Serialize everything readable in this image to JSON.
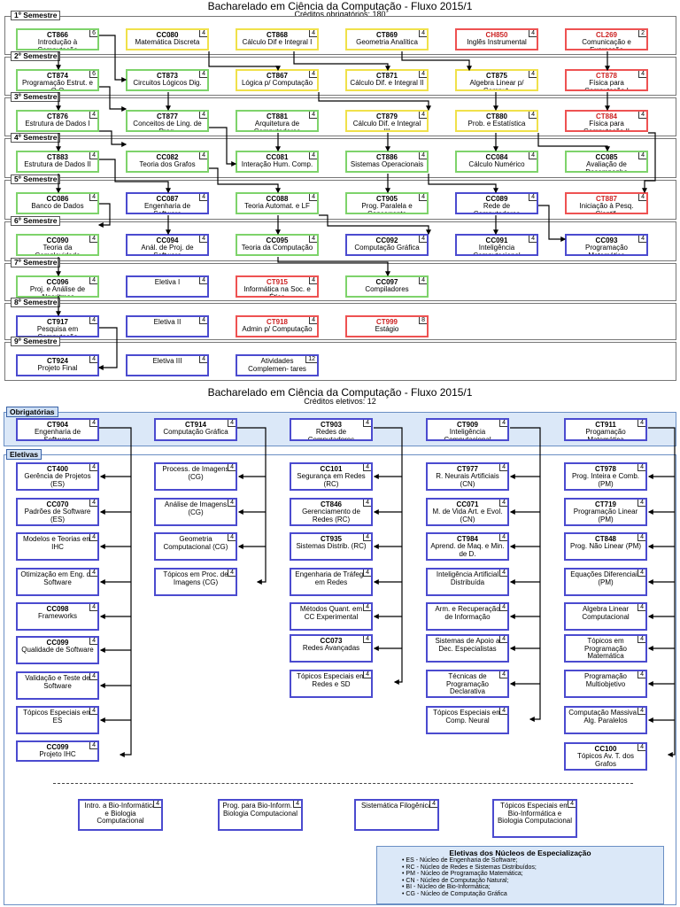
{
  "flow1": {
    "title": "Bacharelado em Ciência da Computação - Fluxo 2015/1",
    "subtitle": "Créditos obrigatórios: 180"
  },
  "flow2": {
    "title": "Bacharelado em Ciência da Computação - Fluxo 2015/1",
    "subtitle": "Créditos eletivos: 12"
  },
  "semesters": [
    {
      "label": "1º Semestre",
      "courses": [
        {
          "code": "CT866",
          "name": "Introdução à Computação",
          "credits": "6",
          "color": "g"
        },
        {
          "code": "CC080",
          "name": "Matemática Discreta",
          "credits": "4",
          "color": "y"
        },
        {
          "code": "CT868",
          "name": "Cálculo Dif e Integral I",
          "credits": "4",
          "color": "y"
        },
        {
          "code": "CT869",
          "name": "Geometria Analítica",
          "credits": "4",
          "color": "y"
        },
        {
          "code": "CH850",
          "name": "Inglês Instrumental",
          "credits": "4",
          "color": "r"
        },
        {
          "code": "CL269",
          "name": "Comunicação e Expressão",
          "credits": "2",
          "color": "r"
        }
      ]
    },
    {
      "label": "2º Semestre",
      "courses": [
        {
          "code": "CT874",
          "name": "Programação Estrut. e O.O",
          "credits": "6",
          "color": "g"
        },
        {
          "code": "CT873",
          "name": "Circuitos Lógicos Dig.",
          "credits": "4",
          "color": "g"
        },
        {
          "code": "CT867",
          "name": "Lógica p/ Computação",
          "credits": "4",
          "color": "y"
        },
        {
          "code": "CT871",
          "name": "Cálculo Dif. e Integral II",
          "credits": "4",
          "color": "y"
        },
        {
          "code": "CT875",
          "name": "Algebra Linear p/ Comput.",
          "credits": "4",
          "color": "y"
        },
        {
          "code": "CT878",
          "name": "Física para Computação I",
          "credits": "4",
          "color": "r"
        }
      ]
    },
    {
      "label": "3º Semestre",
      "courses": [
        {
          "code": "CT876",
          "name": "Estrutura de Dados I",
          "credits": "4",
          "color": "g"
        },
        {
          "code": "CT877",
          "name": "Conceitos de Ling. de Prog.",
          "credits": "4",
          "color": "g"
        },
        {
          "code": "CT881",
          "name": "Arquitetura de Computadores",
          "credits": "4",
          "color": "g"
        },
        {
          "code": "CT879",
          "name": "Cálculo Dif. e Integral III",
          "credits": "4",
          "color": "y"
        },
        {
          "code": "CT880",
          "name": "Prob. e Estatística",
          "credits": "4",
          "color": "y"
        },
        {
          "code": "CT884",
          "name": "Física para Computação II",
          "credits": "4",
          "color": "r"
        }
      ]
    },
    {
      "label": "4º Semestre",
      "courses": [
        {
          "code": "CT883",
          "name": "Estrutura de Dados II",
          "credits": "4",
          "color": "g"
        },
        {
          "code": "CC082",
          "name": "Teoria dos Grafos",
          "credits": "4",
          "color": "g"
        },
        {
          "code": "CC081",
          "name": "Interação Hum. Comp.",
          "credits": "4",
          "color": "g"
        },
        {
          "code": "CT886",
          "name": "Sistemas Operacionais",
          "credits": "4",
          "color": "g"
        },
        {
          "code": "CC084",
          "name": "Cálculo Numérico",
          "credits": "4",
          "color": "g"
        },
        {
          "code": "CC085",
          "name": "Avaliação de Desempenho",
          "credits": "4",
          "color": "g"
        }
      ]
    },
    {
      "label": "5º Semestre",
      "courses": [
        {
          "code": "CC086",
          "name": "Banco de Dados",
          "credits": "4",
          "color": "g"
        },
        {
          "code": "CC087",
          "name": "Engenharia de Software",
          "credits": "4",
          "color": "b"
        },
        {
          "code": "CC088",
          "name": "Teoria Automat. e LF",
          "credits": "4",
          "color": "g"
        },
        {
          "code": "CT905",
          "name": "Prog. Paralela e Concorrente",
          "credits": "4",
          "color": "g"
        },
        {
          "code": "CC089",
          "name": "Rede de Computadores",
          "credits": "4",
          "color": "b"
        },
        {
          "code": "CT887",
          "name": "Iniciação à Pesq. Cientif.",
          "credits": "4",
          "color": "r"
        }
      ]
    },
    {
      "label": "6º Semestre",
      "courses": [
        {
          "code": "CC090",
          "name": "Teoria da Complexidade",
          "credits": "4",
          "color": "g"
        },
        {
          "code": "CC094",
          "name": "Anál. de Proj. de Software",
          "credits": "4",
          "color": "b"
        },
        {
          "code": "CC095",
          "name": "Teoria da Computação",
          "credits": "4",
          "color": "g"
        },
        {
          "code": "CC092",
          "name": "Computação Gráfica",
          "credits": "4",
          "color": "b"
        },
        {
          "code": "CC091",
          "name": "Inteligência Computacional",
          "credits": "4",
          "color": "b"
        },
        {
          "code": "CC093",
          "name": "Programação Matemática",
          "credits": "4",
          "color": "b"
        }
      ]
    },
    {
      "label": "7º Semestre",
      "courses": [
        {
          "code": "CC096",
          "name": "Proj. e Análise de Algoritmos",
          "credits": "4",
          "color": "g"
        },
        {
          "code": "",
          "name": "Eletiva I",
          "credits": "4",
          "color": "b"
        },
        {
          "code": "CT915",
          "name": "Informática na Soc. e Ética",
          "credits": "4",
          "color": "r"
        },
        {
          "code": "CC097",
          "name": "Compiladores",
          "credits": "4",
          "color": "g"
        }
      ]
    },
    {
      "label": "8º Semestre",
      "courses": [
        {
          "code": "CT917",
          "name": "Pesquisa em Computação",
          "credits": "4",
          "color": "b"
        },
        {
          "code": "",
          "name": "Eletiva II",
          "credits": "4",
          "color": "b"
        },
        {
          "code": "CT918",
          "name": "Admin p/ Computação",
          "credits": "4",
          "color": "r"
        },
        {
          "code": "CT999",
          "name": "Estágio",
          "credits": "8",
          "color": "r"
        }
      ]
    },
    {
      "label": "9º Semestre",
      "courses": [
        {
          "code": "CT924",
          "name": "Projeto Final",
          "credits": "4",
          "color": "b"
        },
        {
          "code": "",
          "name": "Eletiva III",
          "credits": "4",
          "color": "b"
        },
        {
          "code": "",
          "name": "Atividades Complemen- tares",
          "credits": "12",
          "color": "b"
        }
      ]
    }
  ],
  "obrigatorias": {
    "label": "Obrigatórias",
    "courses": [
      {
        "code": "CT904",
        "name": "Engenharia de Software",
        "credits": "4"
      },
      {
        "code": "CT914",
        "name": "Computação Gráfica",
        "credits": "4"
      },
      {
        "code": "CT903",
        "name": "Redes de Computadores",
        "credits": "4"
      },
      {
        "code": "CT909",
        "name": "Inteligência Computacional",
        "credits": "4"
      },
      {
        "code": "CT911",
        "name": "Progamação Matemática",
        "credits": "4"
      }
    ]
  },
  "eletivas": {
    "label": "Eletivas",
    "columns": [
      [
        {
          "code": "CT400",
          "name": "Gerência de Projetos (ES)",
          "credits": "4"
        },
        {
          "code": "CC070",
          "name": "Padrões de Software (ES)",
          "credits": "4"
        },
        {
          "code": "",
          "name": "Modelos e Teorias em IHC",
          "credits": "4"
        },
        {
          "code": "",
          "name": "Otimização em Eng. de Software",
          "credits": "4"
        },
        {
          "code": "CC098",
          "name": "Frameworks",
          "credits": "4"
        },
        {
          "code": "CC099",
          "name": "Qualidade de Software",
          "credits": "4"
        },
        {
          "code": "",
          "name": "Validação e Teste de Software",
          "credits": "4"
        },
        {
          "code": "",
          "name": "Tópicos Especiais em ES",
          "credits": "4"
        },
        {
          "code": "CC099",
          "name": "Projeto IHC",
          "credits": "4"
        }
      ],
      [
        {
          "code": "",
          "name": "Process. de Imagens (CG)",
          "credits": "4"
        },
        {
          "code": "",
          "name": "Análise de Imagens (CG)",
          "credits": "4"
        },
        {
          "code": "",
          "name": "Geometria Computacional (CG)",
          "credits": "4"
        },
        {
          "code": "",
          "name": "Tópicos em Proc. de Imagens (CG)",
          "credits": "4"
        }
      ],
      [
        {
          "code": "CC101",
          "name": "Segurança em Redes (RC)",
          "credits": "4"
        },
        {
          "code": "CT846",
          "name": "Gerenciamento de Redes (RC)",
          "credits": "4"
        },
        {
          "code": "CT935",
          "name": "Sistemas Distrib. (RC)",
          "credits": "4"
        },
        {
          "code": "",
          "name": "Engenharia de Tráfego em Redes",
          "credits": "4"
        },
        {
          "code": "",
          "name": "Métodos Quant. em CC Experimental",
          "credits": "4"
        },
        {
          "code": "CC073",
          "name": "Redes Avançadas",
          "credits": "4"
        },
        {
          "code": "",
          "name": "Tópicos Especiais em Redes e SD",
          "credits": "4"
        }
      ],
      [
        {
          "code": "CT977",
          "name": "R. Neurais Artificiais (CN)",
          "credits": "4"
        },
        {
          "code": "CC071",
          "name": "M. de Vida Art. e Evol. (CN)",
          "credits": "4"
        },
        {
          "code": "CT984",
          "name": "Aprend. de Maq. e Min. de D.",
          "credits": "4"
        },
        {
          "code": "",
          "name": "Inteligência Artificial Distribuída",
          "credits": "4"
        },
        {
          "code": "",
          "name": "Arm. e Recuperação de Informação",
          "credits": "4"
        },
        {
          "code": "",
          "name": "Sistemas de Apoio a Dec. Especialistas",
          "credits": "4"
        },
        {
          "code": "",
          "name": "Técnicas de Programação Declarativa",
          "credits": "4"
        },
        {
          "code": "",
          "name": "Tópicos Especiais em Comp. Neural",
          "credits": "4"
        }
      ],
      [
        {
          "code": "CT978",
          "name": "Prog. Inteira e Comb. (PM)",
          "credits": "4"
        },
        {
          "code": "CT719",
          "name": "Programação Linear (PM)",
          "credits": "4"
        },
        {
          "code": "CT848",
          "name": "Prog. Não Linear (PM)",
          "credits": "4"
        },
        {
          "code": "",
          "name": "Equações Diferenciais (PM)",
          "credits": "4"
        },
        {
          "code": "",
          "name": "Algebra Linear Computacional",
          "credits": "4"
        },
        {
          "code": "",
          "name": "Tópicos em Programação Matemática",
          "credits": "4"
        },
        {
          "code": "",
          "name": "Programação Multiobjetivo",
          "credits": "4"
        },
        {
          "code": "",
          "name": "Computação Massiva e Alg. Paralelos",
          "credits": "4"
        },
        {
          "code": "CC100",
          "name": "Tópicos Av. T. dos Grafos",
          "credits": "4"
        }
      ]
    ]
  },
  "bio": [
    {
      "code": "",
      "name": "Intro. a Bio-Informática e Biologia Computacional",
      "credits": "4"
    },
    {
      "code": "",
      "name": "Prog. para Bio-Inform. e Biologia Computacional",
      "credits": "4"
    },
    {
      "code": "",
      "name": "Sistemática Filogênica",
      "credits": "4"
    },
    {
      "code": "",
      "name": "Tópicos Especiais em Bio-Informática e Biologia Computacional",
      "credits": "4"
    }
  ],
  "legend": {
    "title": "Eletivas dos Núcleos de Especialização",
    "items": [
      "ES - Núcleo de Engenharia de Software;",
      "RC - Núcleo de Redes e Sistemas Distribuídos;",
      "PM - Núcleo de Programação Matemática;",
      "CN - Núcleo de Computação Natural;",
      "BI - Núcleo de Bio-Informática;",
      "CG - Núcleo de Computação Gráfica"
    ]
  },
  "colors": {
    "green": "#7ed36b",
    "yellow": "#f0e14a",
    "red": "#ee5252",
    "blue": "#4b4bcf",
    "panel": "#dbe8f8"
  }
}
